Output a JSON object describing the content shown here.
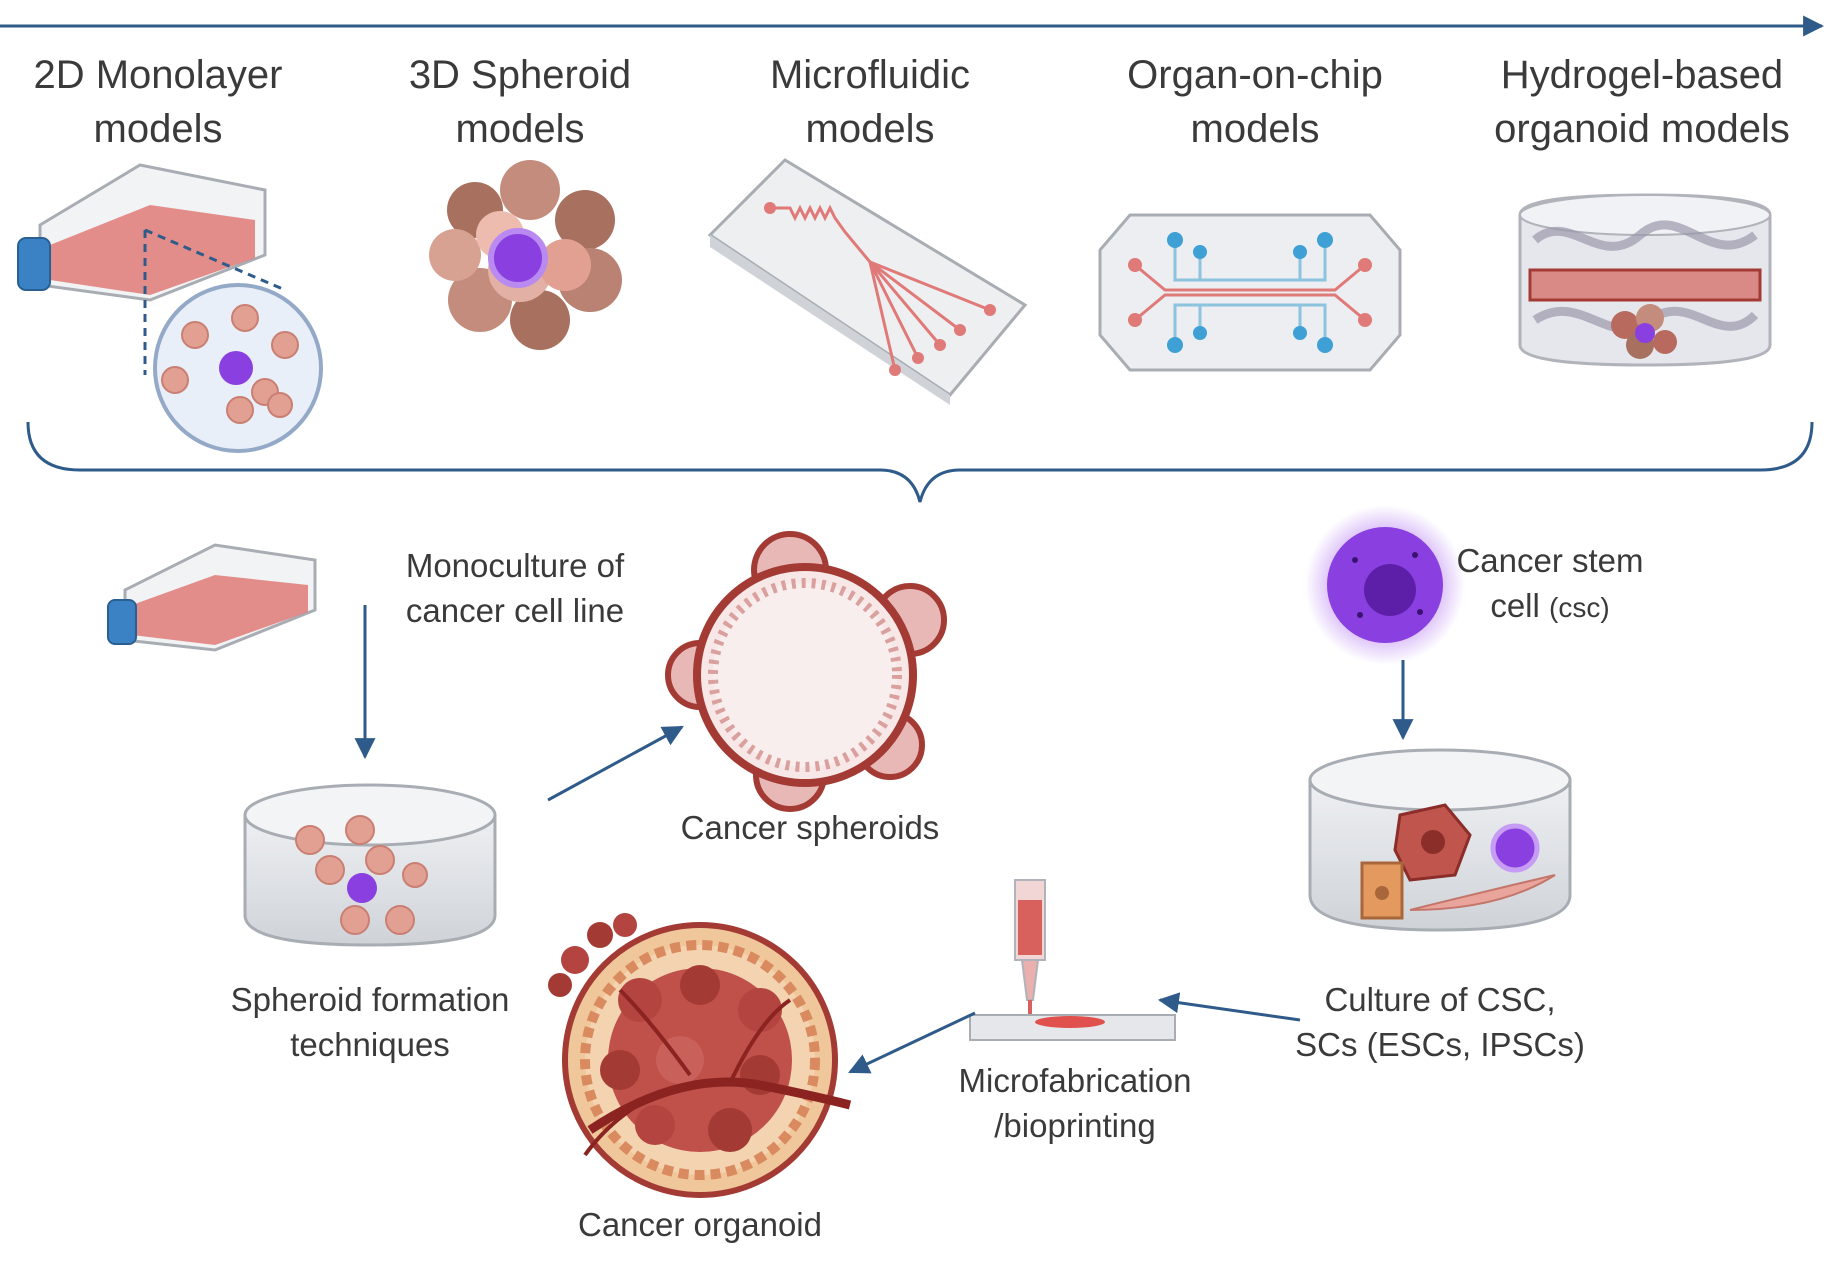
{
  "top_models": [
    {
      "line1": "2D Monolayer",
      "line2": "models"
    },
    {
      "line1": "3D Spheroid",
      "line2": "models"
    },
    {
      "line1": "Microfluidic",
      "line2": "models"
    },
    {
      "line1": "Organ-on-chip",
      "line2": "models"
    },
    {
      "line1": "Hydrogel-based",
      "line2": "organoid models"
    }
  ],
  "labels": {
    "monoculture": {
      "line1": "Monoculture of",
      "line2": "cancer cell line"
    },
    "cancer_spheroids": "Cancer spheroids",
    "spheroid_formation": {
      "line1": "Spheroid formation",
      "line2": "techniques"
    },
    "cancer_organoid": "Cancer organoid",
    "microfabrication": {
      "line1": "Microfabrication",
      "line2": "/bioprinting"
    },
    "culture": {
      "line1": "Culture of  CSC,",
      "line2": "SCs (ESCs, IPSCs)"
    },
    "cancer_stem_cell": {
      "line1": "Cancer stem",
      "line2_main": "cell",
      "line2_small": "(csc)"
    }
  },
  "colors": {
    "arrow": "#2f5b8a",
    "flask_media": "#e07a78",
    "cell": "#e2a093",
    "stem_cell": "#8a3fe0",
    "vessel": "#a33a34"
  }
}
